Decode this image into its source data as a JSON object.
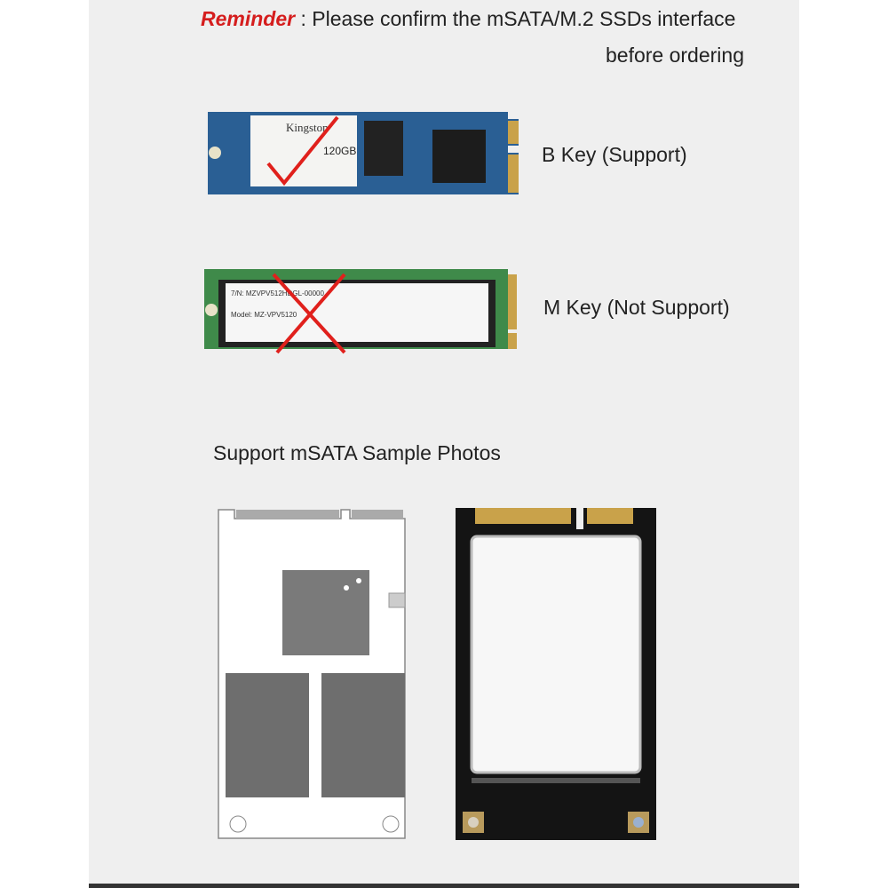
{
  "reminder": {
    "label": "Reminder",
    "separator": " : ",
    "line1": "Please confirm the mSATA/M.2 SSDs interface",
    "line2": "before ordering"
  },
  "ssd_types": [
    {
      "label": "B Key (Support)",
      "mark": "check",
      "brand": "Kingston",
      "capacity": "120GB",
      "color": "#2a5f94"
    },
    {
      "label": "M Key (Not Support)",
      "mark": "cross",
      "color": "#3f8a4a"
    }
  ],
  "samples": {
    "title": "Support mSATA Sample Photos"
  },
  "colors": {
    "accent": "#d51d1d",
    "mark": "#e0201c"
  }
}
